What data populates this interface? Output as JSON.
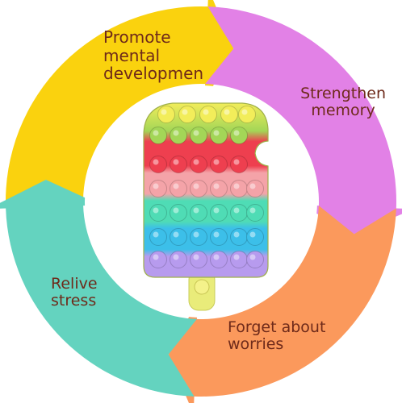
{
  "diagram": {
    "segments": [
      {
        "id": "develop",
        "label": "Promote\nmental\ndevelopmen",
        "color": "#fad20e"
      },
      {
        "id": "memory",
        "label": "Strengthen\nmemory",
        "color": "#e281e6"
      },
      {
        "id": "worries",
        "label": "Forget about\nworries",
        "color": "#fb995c"
      },
      {
        "id": "stress",
        "label": "Relive\nstress",
        "color": "#64d3bf"
      }
    ],
    "label_color": "#6e2a1a",
    "center_toy": {
      "name": "rainbow popsicle fidget toy",
      "row_colors": [
        "#f2ed5a",
        "#a3d657",
        "#ee3f4f",
        "#f4a3a8",
        "#4fdcb5",
        "#3cbfe9",
        "#b79bee"
      ]
    }
  }
}
